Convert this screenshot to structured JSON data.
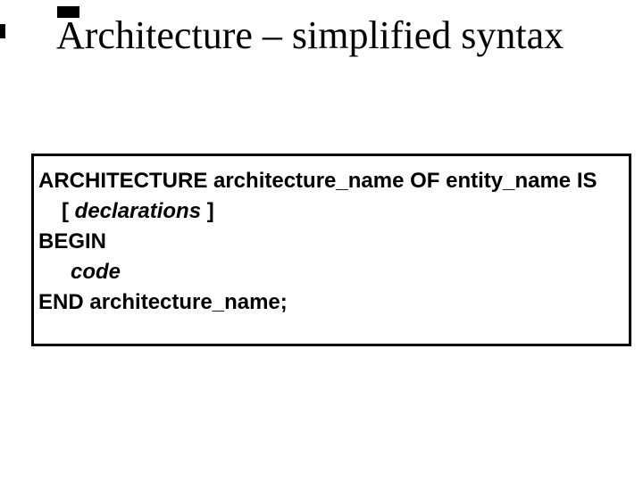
{
  "slide": {
    "title": "Architecture – simplified syntax",
    "colors": {
      "background": "#ffffff",
      "text": "#000000",
      "box_border": "#000000",
      "artifact": "#000000"
    },
    "code_box": {
      "lines": [
        {
          "indent": 0,
          "segments": [
            {
              "text": "ARCHITECTURE architecture_name OF entity_name IS",
              "italic": false
            }
          ]
        },
        {
          "indent": 1,
          "segments": [
            {
              "text": "[ ",
              "italic": false
            },
            {
              "text": "declarations",
              "italic": true
            },
            {
              "text": " ]",
              "italic": false
            }
          ]
        },
        {
          "indent": 0,
          "segments": [
            {
              "text": "BEGIN",
              "italic": false
            }
          ]
        },
        {
          "indent": 2,
          "segments": [
            {
              "text": "code",
              "italic": true
            }
          ]
        },
        {
          "indent": 0,
          "segments": [
            {
              "text": "END architecture_name;",
              "italic": false
            }
          ]
        }
      ]
    }
  }
}
